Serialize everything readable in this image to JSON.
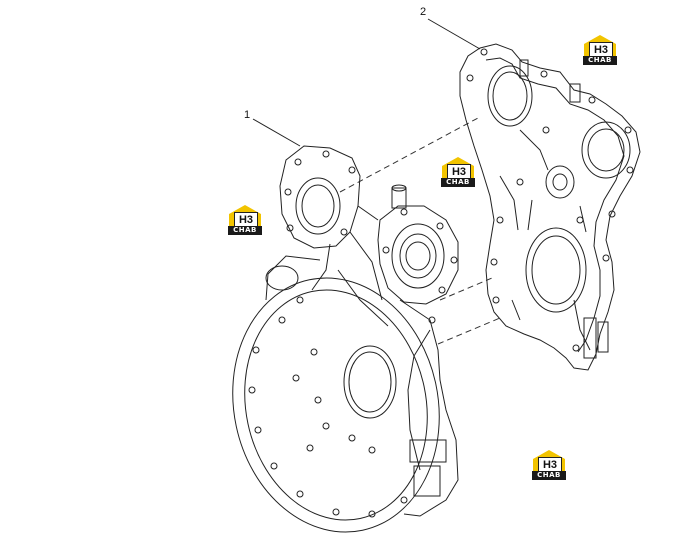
{
  "callouts": [
    {
      "label": "1"
    },
    {
      "label": "2"
    }
  ],
  "watermark": {
    "brand_text": "CHAB",
    "mark_letters": "H3",
    "color": "#f2c400",
    "dark": "#1a1a1a"
  }
}
